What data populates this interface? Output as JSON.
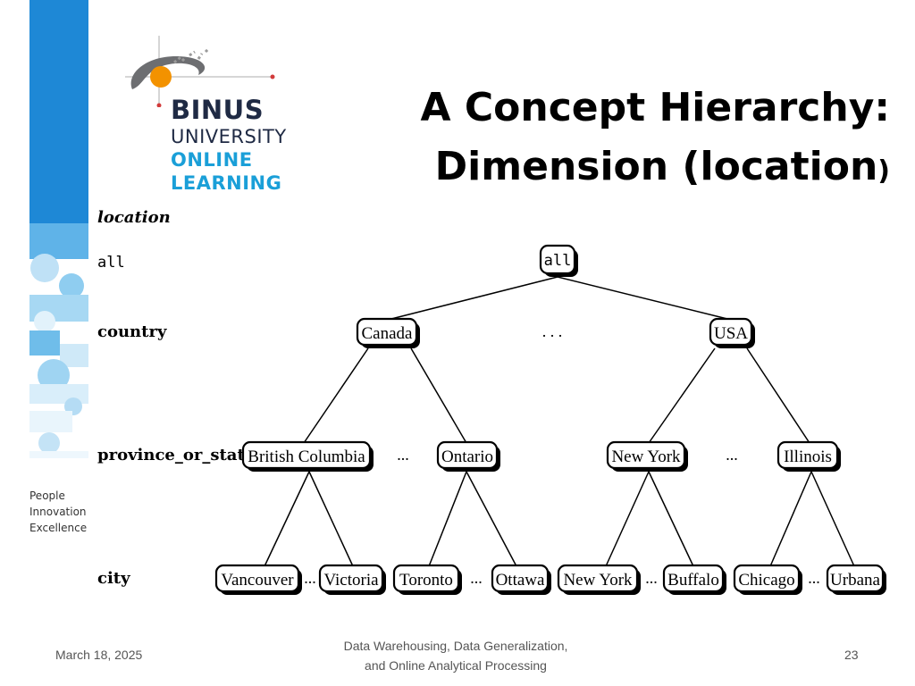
{
  "slide": {
    "title_line1": "A Concept Hierarchy:",
    "title_line2": "Dimension (location",
    "title_close": ")"
  },
  "logo": {
    "line1": "BINUS",
    "line2": "UNIVERSITY",
    "line3": "ONLINE",
    "line4": "LEARNING",
    "colors": {
      "navy": "#1f2a44",
      "blue": "#1a9fd8",
      "orange": "#f39200"
    }
  },
  "tagline": [
    "People",
    "Innovation",
    "Excellence"
  ],
  "levels": {
    "header": "location",
    "all": "all",
    "country": "country",
    "province": "province_or_state",
    "city": "city"
  },
  "tree": {
    "root": "all",
    "countries": [
      "Canada",
      "USA"
    ],
    "provinces": [
      "British Columbia",
      "Ontario",
      "New York",
      "Illinois"
    ],
    "cities": [
      "Vancouver",
      "Victoria",
      "Toronto",
      "Ottawa",
      "New York",
      "Buffalo",
      "Chicago",
      "Urbana"
    ],
    "ellipsis_country": ". . .",
    "ellipsis": "..."
  },
  "footer": {
    "date": "March 18, 2025",
    "course_line1": "Data Warehousing, Data Generalization,",
    "course_line2": "and Online Analytical Processing",
    "page": "23"
  }
}
